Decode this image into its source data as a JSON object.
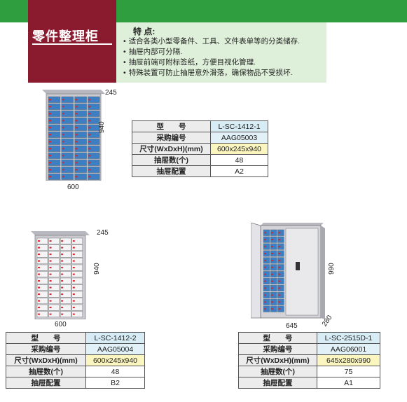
{
  "header": {
    "title": "零件整理柜",
    "features_title": "特 点:",
    "features": [
      "适合各类小型零备件、工具、文件表单等的分类储存.",
      "抽屉内部可分隔.",
      "抽屉前端可附标签纸，方便目视化管理.",
      "特殊装置可防止抽屉意外滑落，确保物品不受损坏."
    ]
  },
  "products": [
    {
      "dims": {
        "width": "600",
        "depth": "245",
        "height": "940"
      },
      "specs": [
        {
          "key": "型　　号",
          "value": "L-SC-1412-1"
        },
        {
          "key": "采购编号",
          "value": "AAG05003"
        },
        {
          "key": "尺寸(WxDxH)(mm)",
          "value": "600x245x940"
        },
        {
          "key": "抽屉数(个)",
          "value": "48"
        },
        {
          "key": "抽屉配置",
          "value": "A2"
        }
      ]
    },
    {
      "dims": {
        "width": "600",
        "depth": "245",
        "height": "940"
      },
      "specs": [
        {
          "key": "型　　号",
          "value": "L-SC-1412-2"
        },
        {
          "key": "采购编号",
          "value": "AAG05004"
        },
        {
          "key": "尺寸(WxDxH)(mm)",
          "value": "600x245x940"
        },
        {
          "key": "抽屉数(个)",
          "value": "48"
        },
        {
          "key": "抽屉配置",
          "value": "B2"
        }
      ]
    },
    {
      "dims": {
        "width": "645",
        "depth": "280",
        "height": "990"
      },
      "specs": [
        {
          "key": "型　　号",
          "value": "L-SC-2515D-1"
        },
        {
          "key": "采购编号",
          "value": "AAG06001"
        },
        {
          "key": "尺寸(WxDxH)(mm)",
          "value": "645x280x990"
        },
        {
          "key": "抽屉数(个)",
          "value": "75"
        },
        {
          "key": "抽屉配置",
          "value": "A1"
        }
      ]
    }
  ],
  "colors": {
    "header_green": "#2f9e3f",
    "title_maroon": "#8a1a2e",
    "feature_bg": "#dff0da",
    "drawer_blue": "#3e7fc4",
    "label_red": "#d8262c",
    "cabinet_gray": "#c9c9cf"
  }
}
